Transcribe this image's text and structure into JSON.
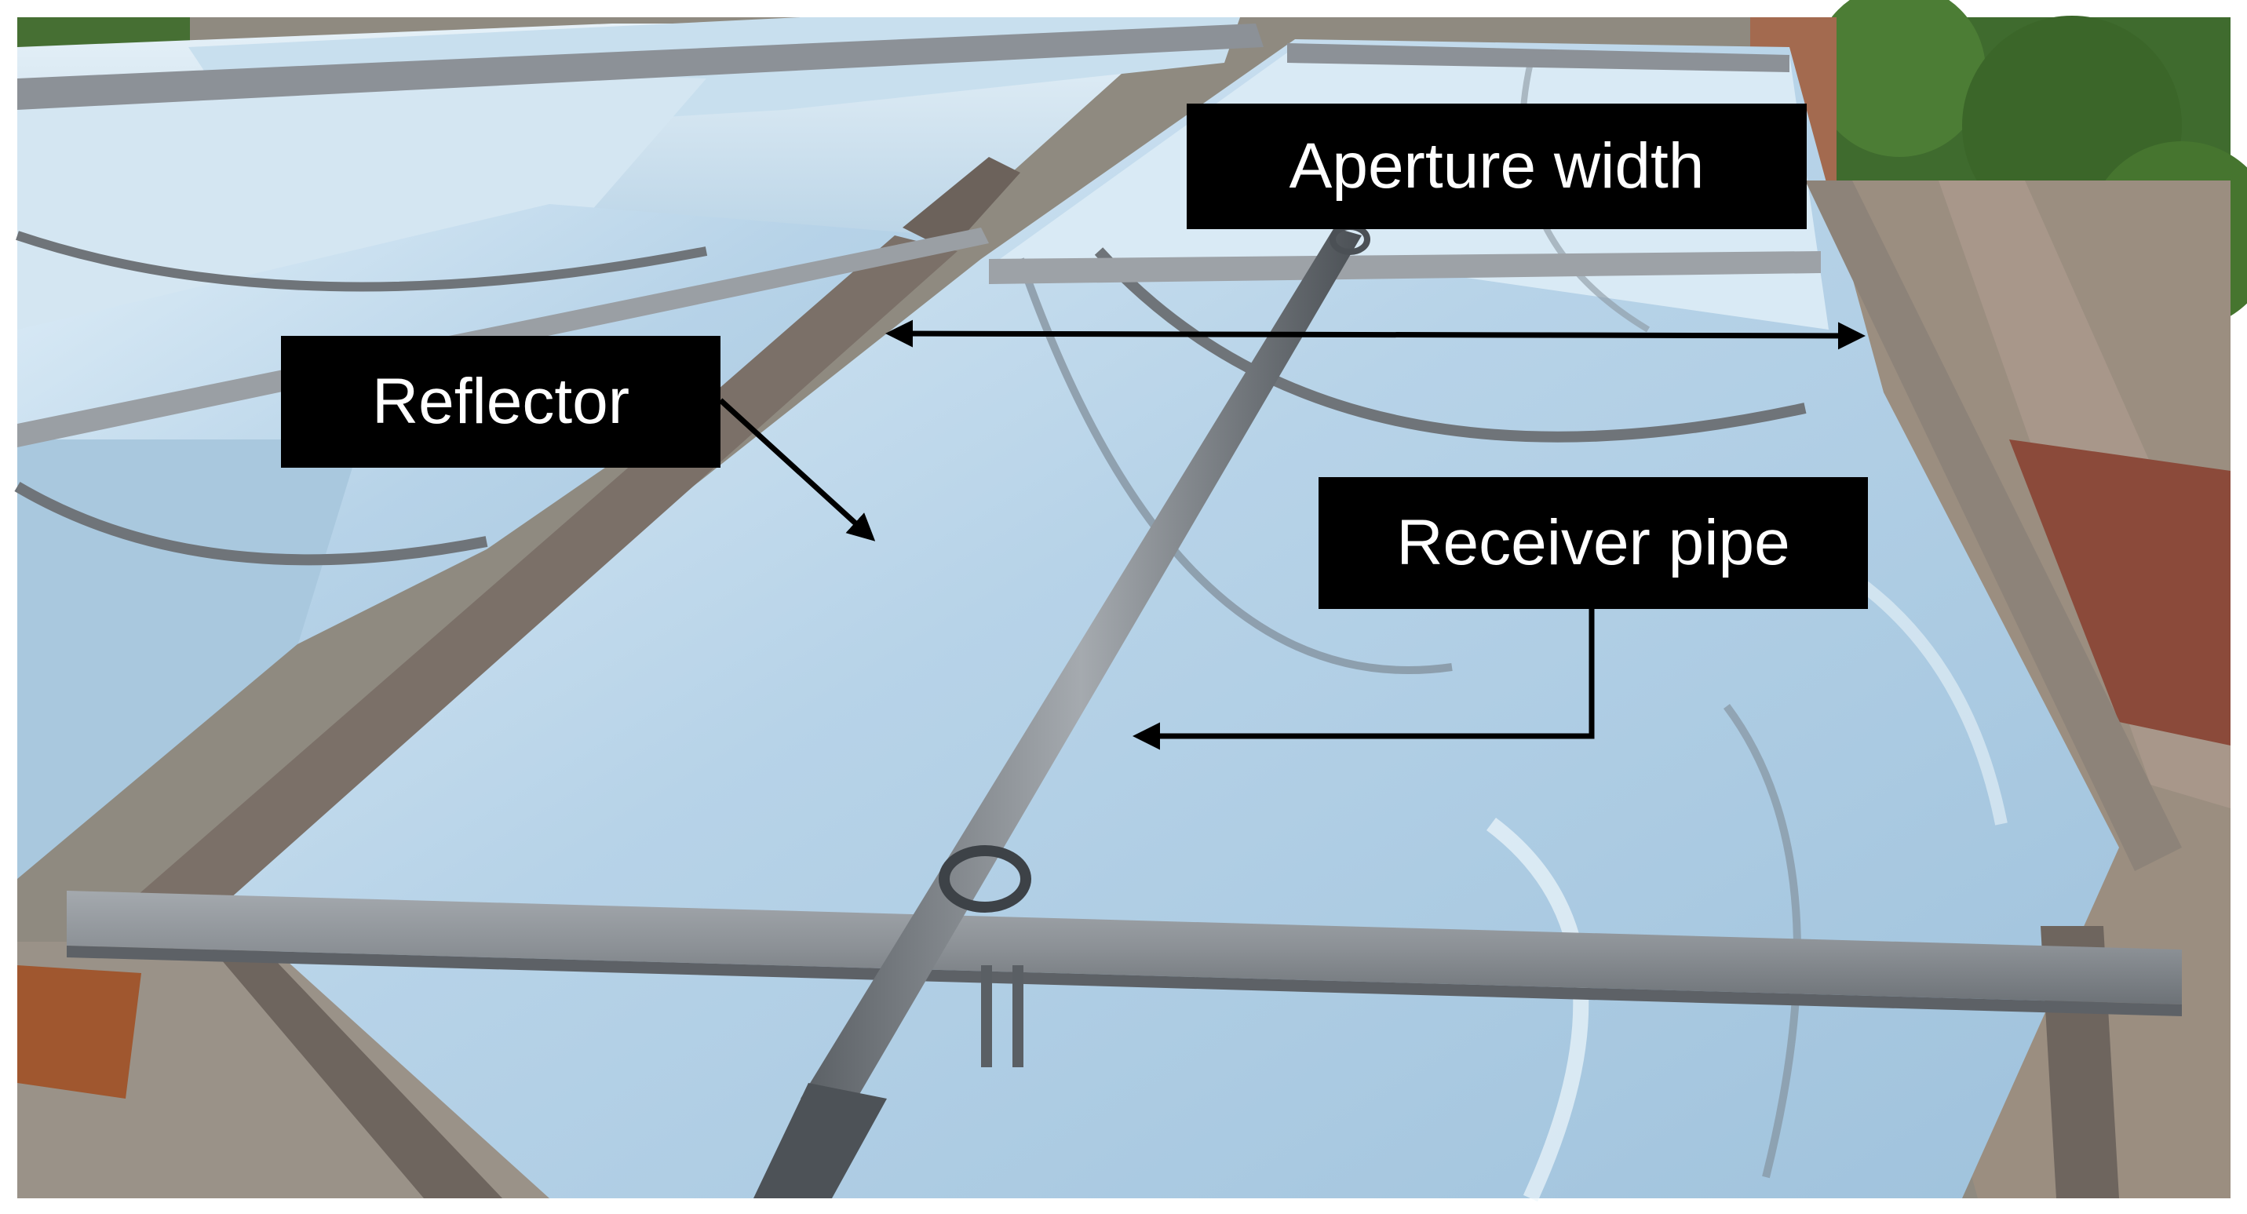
{
  "labels": {
    "aperture_width": "Aperture width",
    "reflector": "Reflector",
    "receiver_pipe": "Receiver pipe"
  },
  "colors": {
    "label_background": "#000000",
    "label_text": "#ffffff",
    "arrow": "#000000",
    "mirror": "#b8d4e8",
    "frame": "#8a8f96",
    "sky_foliage": "#3f6b2e"
  }
}
